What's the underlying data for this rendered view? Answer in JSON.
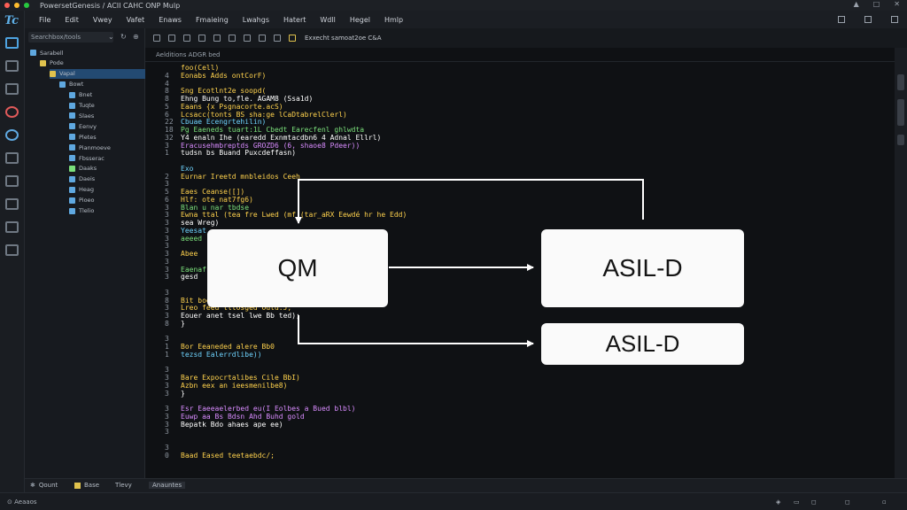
{
  "window": {
    "title": "PowersetGenesis / ACII CAHC ONP Mulp"
  },
  "menu": {
    "items": [
      "File",
      "Edit",
      "Vwey",
      "Vafet",
      "Enaws",
      "Fmaieing",
      "Lwahgs",
      "Hatert",
      "Wdll",
      "Hegel",
      "Hmlp"
    ]
  },
  "sidebar": {
    "search_placeholder": "Searchbox/tools",
    "tree": [
      {
        "label": "Sarabell",
        "depth": 0
      },
      {
        "label": "Pode",
        "depth": 1
      },
      {
        "label": "Vapal",
        "depth": 2
      },
      {
        "label": "Bowt",
        "depth": 3
      },
      {
        "label": "Bnet",
        "depth": 4
      },
      {
        "label": "Tuqte",
        "depth": 4
      },
      {
        "label": "Slaes",
        "depth": 4
      },
      {
        "label": "Eenvy",
        "depth": 4
      },
      {
        "label": "Pletes",
        "depth": 4
      },
      {
        "label": "Pianmoeve",
        "depth": 4
      },
      {
        "label": "Fbsserac",
        "depth": 4
      },
      {
        "label": "Daaks",
        "depth": 4
      },
      {
        "label": "Daeis",
        "depth": 4
      },
      {
        "label": "Heag",
        "depth": 4
      },
      {
        "label": "Pioeo",
        "depth": 4
      },
      {
        "label": "Tlelio",
        "depth": 4
      }
    ]
  },
  "toolbar": {
    "path_label": "Exxecht samoat2oe C&A"
  },
  "editor": {
    "tab_label": "Aelditions  ADGR bed",
    "code_lines": [
      {
        "n": "",
        "text": "foo(Cell)",
        "c": "t1"
      },
      {
        "n": "4",
        "text": "Eonabs Adds ontCorF)",
        "c": "t1"
      },
      {
        "n": "4",
        "text": "",
        "c": "t3"
      },
      {
        "n": "8",
        "text": "Sng Ecotlnt2e soopd(",
        "c": "t1"
      },
      {
        "n": "8",
        "text": "Ehng Bung to,fle. AGAM8 (Ssa1d)",
        "c": "t3"
      },
      {
        "n": "5",
        "text": "Eaans {x Psgnacorte.acS)",
        "c": "t1"
      },
      {
        "n": "6",
        "text": "Lcsacc(tonts BS sha:ge lCaDtabrelClerl)",
        "c": "t1"
      },
      {
        "n": "22",
        "text": "  Cbuae   Ecengrtehilin)",
        "c": "t2"
      },
      {
        "n": "18",
        "text": "  Pg Eaeneds tuart:1L Cbedt  Earecfenl ghlwdta",
        "c": "t4"
      },
      {
        "n": "32",
        "text": "  Y4 enaln Ihe (earedd Exnmtacdbn6 4 Adnal Ellrl)",
        "c": "t3"
      },
      {
        "n": "3",
        "text": "  Eracusehmbreptds GROZD6 (6, shaoe8 Pdeer))",
        "c": "t5"
      },
      {
        "n": "1",
        "text": "  tudsn bs Buand Puxcdeffasn)",
        "c": "t3"
      },
      {
        "n": "",
        "text": "",
        "c": "t3"
      },
      {
        "n": "",
        "text": "Exo",
        "c": "t2"
      },
      {
        "n": "2",
        "text": "  Eurnar Ireetd mnbleidos Ceeh",
        "c": "t1"
      },
      {
        "n": "3",
        "text": "",
        "c": "t3"
      },
      {
        "n": "5",
        "text": "Eaes Ceanse([])",
        "c": "t1"
      },
      {
        "n": "6",
        "text": "Hlf: ote nat7fg6)",
        "c": "t1"
      },
      {
        "n": "3",
        "text": "  Blan  u nar tbdse",
        "c": "t4"
      },
      {
        "n": "3",
        "text": "Ewna ttal (tea fre Lwed (mf (tar_aRX Eewdé  hr he Edd)",
        "c": "t1"
      },
      {
        "n": "3",
        "text": "  sea  Wreg)",
        "c": "t3"
      },
      {
        "n": "3",
        "text": "Yeesat",
        "c": "t2"
      },
      {
        "n": "3",
        "text": "  aeeed",
        "c": "t4"
      },
      {
        "n": "3",
        "text": "",
        "c": "t3"
      },
      {
        "n": "3",
        "text": "  Abee",
        "c": "t1"
      },
      {
        "n": "3",
        "text": "",
        "c": "t3"
      },
      {
        "n": "3",
        "text": "Eaenaf",
        "c": "t4"
      },
      {
        "n": "3",
        "text": "  gesd",
        "c": "t3"
      },
      {
        "n": "",
        "text": "",
        "c": "t3"
      },
      {
        "n": "3",
        "text": "",
        "c": "t3"
      },
      {
        "n": "8",
        "text": "Bit boeeitsa PReb Bbd)",
        "c": "t1"
      },
      {
        "n": "3",
        "text": "Lreo feeu lllosged Odtd.J;",
        "c": "t1"
      },
      {
        "n": "3",
        "text": "  Eouer anet tsel lwe Bb ted);",
        "c": "t3"
      },
      {
        "n": "8",
        "text": "}",
        "c": "t3"
      },
      {
        "n": "",
        "text": "",
        "c": "t3"
      },
      {
        "n": "3",
        "text": "",
        "c": "t3"
      },
      {
        "n": "1",
        "text": "Bor Eeaneded alere Bb0",
        "c": "t1"
      },
      {
        "n": "1",
        "text": "  tezsd Ealerrdlibe))",
        "c": "t2"
      },
      {
        "n": "",
        "text": "",
        "c": "t3"
      },
      {
        "n": "3",
        "text": "",
        "c": "t3"
      },
      {
        "n": "3",
        "text": "Bare Expocrtalibes Cile BbI)",
        "c": "t1"
      },
      {
        "n": "3",
        "text": "Azbn eex an ieesmenilbe8)",
        "c": "t1"
      },
      {
        "n": "3",
        "text": "}",
        "c": "t3"
      },
      {
        "n": "",
        "text": "",
        "c": "t3"
      },
      {
        "n": "3",
        "text": "Esr Eaeeaelerbed eu(I Eolbes a Bued blbl)",
        "c": "t5"
      },
      {
        "n": "3",
        "text": "Euwp aa Bs Bdsn Ahd Buhd gold",
        "c": "t5"
      },
      {
        "n": "3",
        "text": "  Bepatk Bdo ahaes ape ee)",
        "c": "t3"
      },
      {
        "n": "3",
        "text": "",
        "c": "t3"
      },
      {
        "n": "",
        "text": "",
        "c": "t3"
      },
      {
        "n": "3",
        "text": "",
        "c": "t3"
      },
      {
        "n": "0",
        "text": "Baad Eased teetaebdc/;",
        "c": "t1"
      }
    ]
  },
  "diagram": {
    "box_qm": "QM",
    "box_asil_top": "ASIL-D",
    "box_asil_bottom": "ASIL-D"
  },
  "panel": {
    "items": [
      "Qount",
      "Base",
      "Tlevy",
      "Anauntes"
    ]
  },
  "status": {
    "left": "Aeaaos"
  }
}
